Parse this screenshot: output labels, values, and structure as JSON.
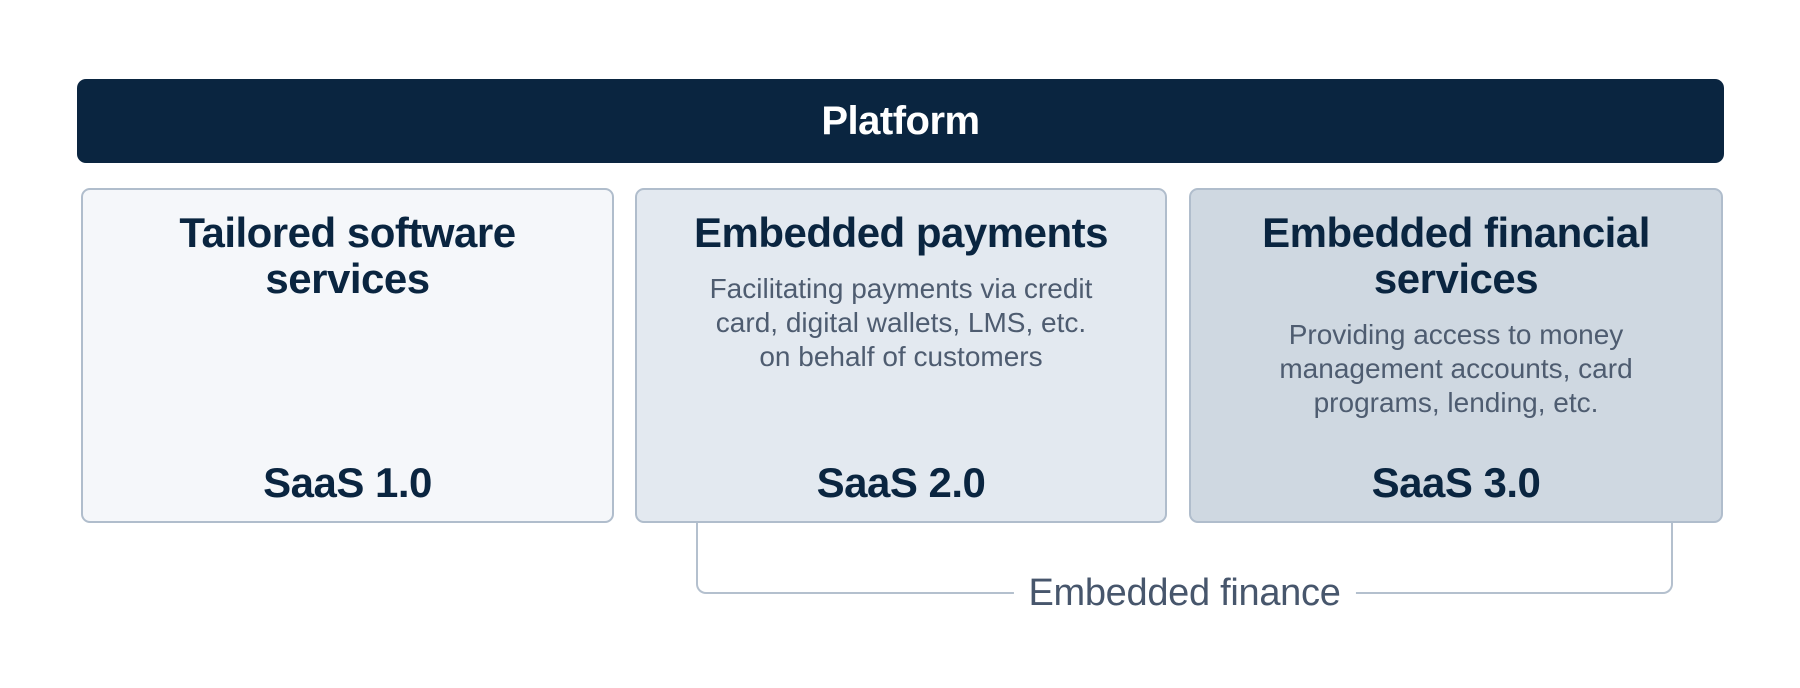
{
  "platform": {
    "label": "Platform"
  },
  "cards": [
    {
      "title": "Tailored software\nservices",
      "description": "",
      "saas_label": "SaaS 1.0"
    },
    {
      "title": "Embedded payments",
      "description": "Facilitating payments via credit\ncard, digital wallets, LMS, etc.\non behalf of customers",
      "saas_label": "SaaS 2.0"
    },
    {
      "title": "Embedded financial\nservices",
      "description": "Providing access to money\nmanagement accounts, card\nprograms, lending, etc.",
      "saas_label": "SaaS 3.0"
    }
  ],
  "bracket": {
    "label": "Embedded finance"
  },
  "colors": {
    "navy": "#0a2540",
    "card1_bg": "#f5f7fa",
    "card2_bg": "#e3e9f0",
    "card3_bg": "#cfd8e1",
    "card_border": "#b0bdcc",
    "body_text": "#4e5c70",
    "bracket_line": "#b4c0ce",
    "bracket_text": "#47566c",
    "page_bg": "#ffffff"
  }
}
